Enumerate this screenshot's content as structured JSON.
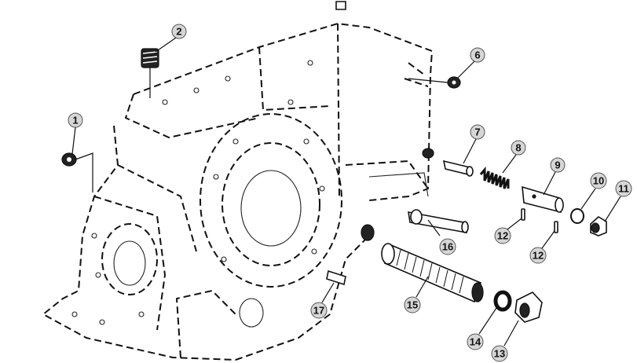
{
  "callouts": [
    "1",
    "2",
    "6",
    "7",
    "8",
    "9",
    "10",
    "11",
    "12",
    "12",
    "16",
    "15",
    "17",
    "14",
    "13"
  ]
}
